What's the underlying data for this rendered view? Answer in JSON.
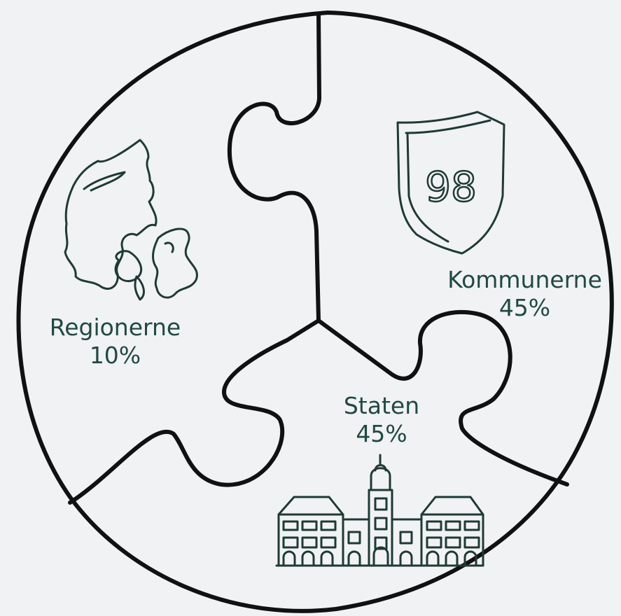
{
  "diagram": {
    "segments": [
      {
        "id": "regionerne",
        "name": "Regionerne",
        "share_text": "10%",
        "share": 10,
        "icon": "denmark-map-icon"
      },
      {
        "id": "kommunerne",
        "name": "Kommunerne",
        "share_text": "45%",
        "share": 45,
        "icon": "shield-98-icon",
        "icon_text": "98"
      },
      {
        "id": "staten",
        "name": "Staten",
        "share_text": "45%",
        "share": 45,
        "icon": "palace-icon"
      }
    ],
    "colors": {
      "background": "#f1f2f3",
      "outline": "#111111",
      "label": "#1f4a44",
      "icon": "#1e3a34"
    }
  }
}
